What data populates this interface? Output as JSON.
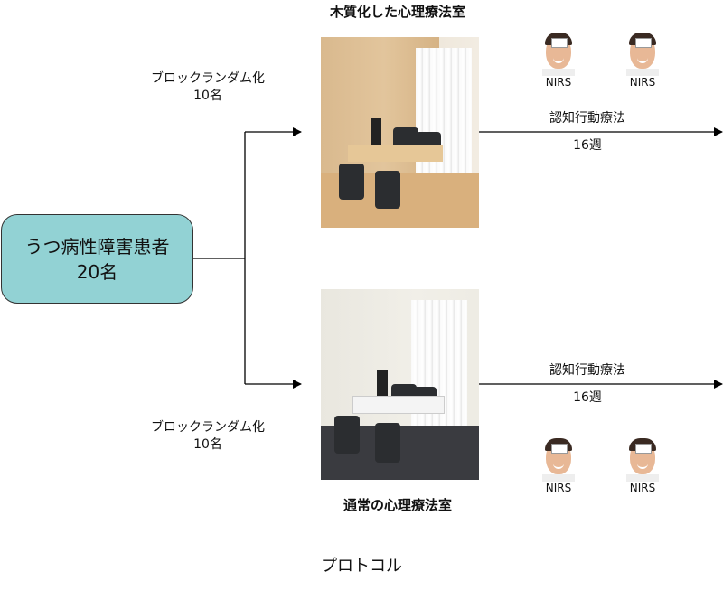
{
  "patients": {
    "line1": "うつ病性障害患者",
    "line2": "20名"
  },
  "groups": [
    {
      "random_label": "ブロックランダム化",
      "count": "10名",
      "room_title": "木質化した心理療法室",
      "therapy": "認知行動療法",
      "duration": "16週",
      "nirs": [
        "NIRS",
        "NIRS"
      ]
    },
    {
      "random_label": "ブロックランダム化",
      "count": "10名",
      "room_title": "通常の心理療法室",
      "therapy": "認知行動療法",
      "duration": "16週",
      "nirs": [
        "NIRS",
        "NIRS"
      ]
    }
  ],
  "caption": "プロトコル",
  "colors": {
    "patient_box": "#92d2d4",
    "line": "#000000"
  }
}
